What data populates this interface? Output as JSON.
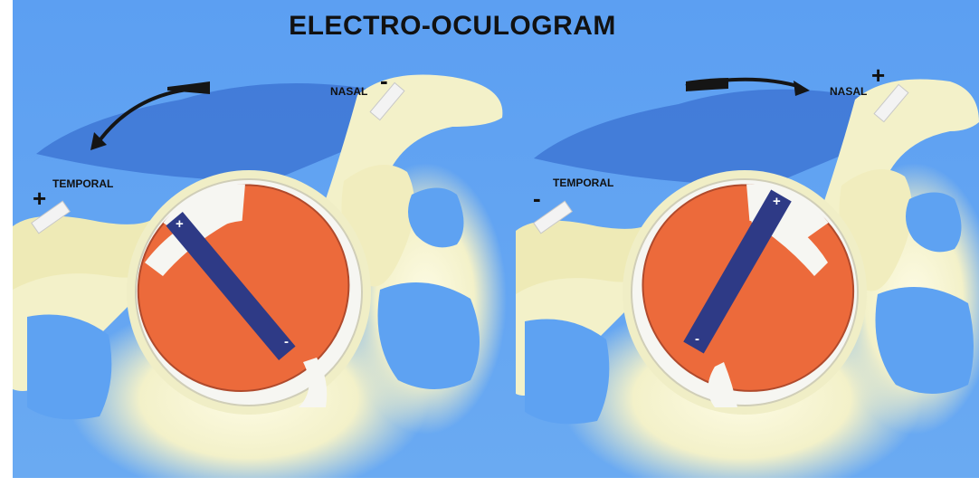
{
  "title": "ELECTRO-OCULOGRAM",
  "panels": [
    {
      "temporal_label": "TEMPORAL",
      "temporal_sign": "+",
      "nasal_label": "NASAL",
      "nasal_sign": "-",
      "dipole_positive": "+",
      "dipole_negative": "-"
    },
    {
      "temporal_label": "TEMPORAL",
      "temporal_sign": "-",
      "nasal_label": "NASAL",
      "nasal_sign": "+",
      "dipole_positive": "+",
      "dipole_negative": "-"
    }
  ],
  "colors": {
    "background": "#5ea2f2",
    "bone": "#fbf8d8",
    "globe": "#ec6a3b",
    "dipole": "#2e3a86",
    "electrode": "#f3f3f3"
  }
}
